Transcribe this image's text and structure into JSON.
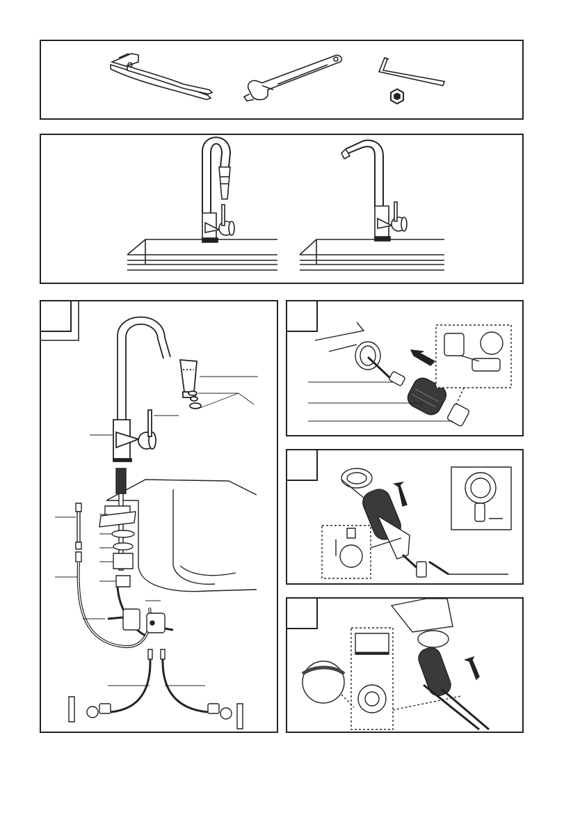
{
  "panels": {
    "tools": {
      "items": [
        {
          "name": "adjustable-pliers"
        },
        {
          "name": "adjustable-wrench"
        },
        {
          "name": "hex-key"
        }
      ]
    },
    "faucet_variants": [
      {
        "name": "pull-down-faucet-on-sink"
      },
      {
        "name": "pull-out-faucet-on-sink"
      }
    ],
    "steps": [
      {
        "name": "step-1-exploded-parts"
      },
      {
        "name": "step-2-connect-hose"
      },
      {
        "name": "step-3-counterweight"
      },
      {
        "name": "step-4-dock-sprayer"
      }
    ]
  },
  "colors": {
    "line": "#222222",
    "hose_dark": "#3a3a3a",
    "background": "#ffffff"
  }
}
